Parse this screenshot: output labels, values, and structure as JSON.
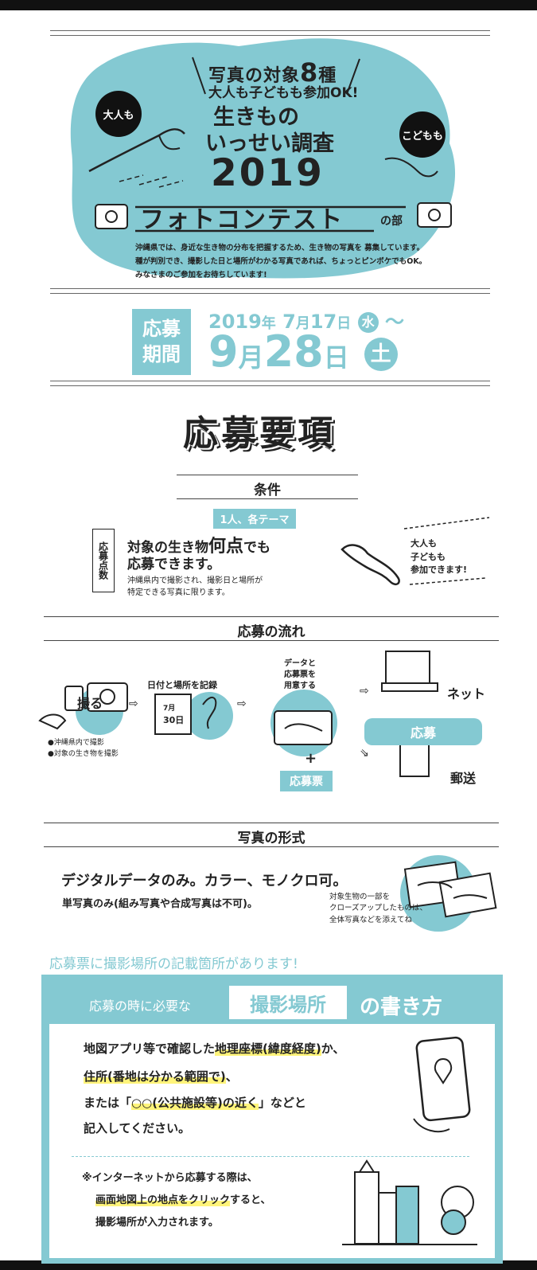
{
  "header": {
    "subject_count_prefix": "写真の対象",
    "subject_count_num": "8",
    "subject_count_suffix": "種",
    "participation": "大人も子どもも参加OK!",
    "title_line1": "生きもの",
    "title_line2": "いっせい調査",
    "year": "2019",
    "contest": "フォトコンテスト",
    "contest_suffix": "の部",
    "badge_adult": "大人も",
    "badge_child": "こどもも",
    "description": [
      "沖縄県では、身近な生き物の分布を把握するため、生き物の写真を 募集しています。",
      "種が判別でき、撮影した日と場所がわかる写真であれば、ちょっとピンボケでもOK。",
      "みなさまのご参加をお待ちしています!"
    ]
  },
  "period": {
    "label_line1": "応募",
    "label_line2": "期間",
    "start_year": "2019",
    "start_year_unit": "年",
    "start_month": "7",
    "start_month_unit": "月",
    "start_day": "17",
    "start_day_unit": "日",
    "start_weekday": "水",
    "tilde": "〜",
    "end_month": "9",
    "end_month_unit": "月",
    "end_day": "28",
    "end_day_unit": "日",
    "end_weekday": "土"
  },
  "guidelines_title": "応募要項",
  "conditions": {
    "title": "条件",
    "tag": "1人、各テーマ",
    "vertical_label": "応募点数",
    "main_pre": "対象の生き物",
    "main_big": "何点",
    "main_post": "でも",
    "main_line2": "応募できます。",
    "note_line1": "沖縄県内で撮影され、撮影日と場所が",
    "note_line2": "特定できる写真に限ります。",
    "side_line1": "大人も",
    "side_line2": "子どもも",
    "side_line3": "参加できます!"
  },
  "flow": {
    "title": "応募の流れ",
    "shoot": "撮る",
    "shoot_note1": "●沖縄県内で撮影",
    "shoot_note2": "●対象の生き物を撮影",
    "record": "日付と場所を記録",
    "calendar_month": "7月",
    "calendar_day": "30日",
    "prepare_line1": "データと",
    "prepare_line2": "応募票を",
    "prepare_line3": "用意する",
    "plus": "+",
    "form": "応募票",
    "net": "ネット",
    "apply": "応募",
    "mail": "郵送"
  },
  "format": {
    "title": "写真の形式",
    "main": "デジタルデータのみ。カラー、モノクロ可。",
    "sub": "単写真のみ(組み写真や合成写真は不可)。",
    "note_line1": "対象生物の一部を",
    "note_line2": "クローズアップしたものは、",
    "note_line3": "全体写真などを添えてね"
  },
  "location": {
    "notice": "応募票に撮影場所の記載箇所があります!",
    "heading_pre": "応募の時に必要な",
    "heading_box": "撮影場所",
    "heading_post": "の書き方",
    "l1_pre": "地図アプリ等で確認した",
    "l1_hl": "地理座標(緯度経度)",
    "l1_post": "か、",
    "l2_hl": "住所(番地は分かる範囲で)",
    "l2_post": "、",
    "l3_pre": "または「",
    "l3_hl": "○○(公共施設等)の近く",
    "l3_post": "」などと",
    "l4": "記入してください。",
    "n1": "※インターネットから応募する際は、",
    "n2_hl": "画面地図上の地点をクリック",
    "n2_post": "すると、",
    "n3": "撮影場所が入力されます。"
  },
  "colors": {
    "accent": "#84c9d2",
    "highlight": "#fff47a",
    "ink": "#222222"
  }
}
